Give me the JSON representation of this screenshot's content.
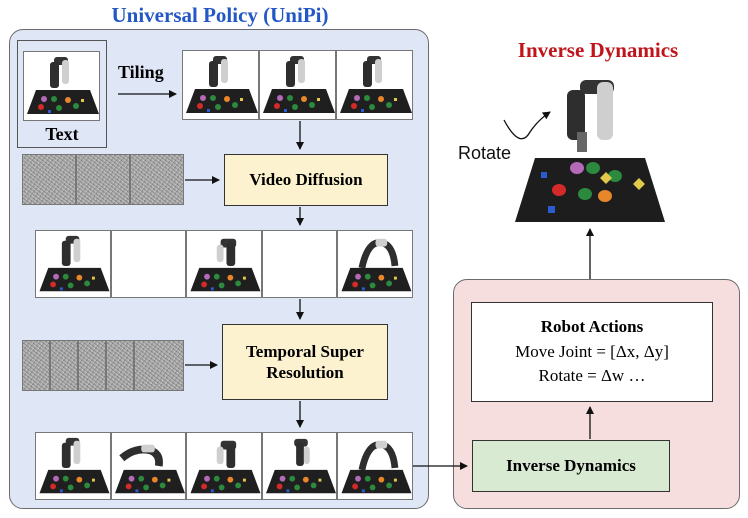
{
  "titles": {
    "left": "Universal Policy (UniPi)",
    "right": "Inverse Dynamics"
  },
  "input": {
    "text_label": "Text",
    "tiling_label": "Tiling"
  },
  "boxes": {
    "video_diffusion": "Video Diffusion",
    "temporal_line1": "Temporal Super",
    "temporal_line2": "Resolution",
    "inverse_dynamics": "Inverse Dynamics"
  },
  "robot_actions": {
    "title": "Robot Actions",
    "line1": "Move Joint = [Δx, Δy]",
    "line2": "Rotate = Δw …"
  },
  "rotate_label": "Rotate",
  "colors": {
    "left_panel": "#dfe7f7",
    "right_panel": "#f6dedf",
    "yellow_box": "#fdf2cf",
    "green_box": "#d9ead3",
    "title_blue": "#2257c5",
    "title_red": "#c0141a"
  }
}
